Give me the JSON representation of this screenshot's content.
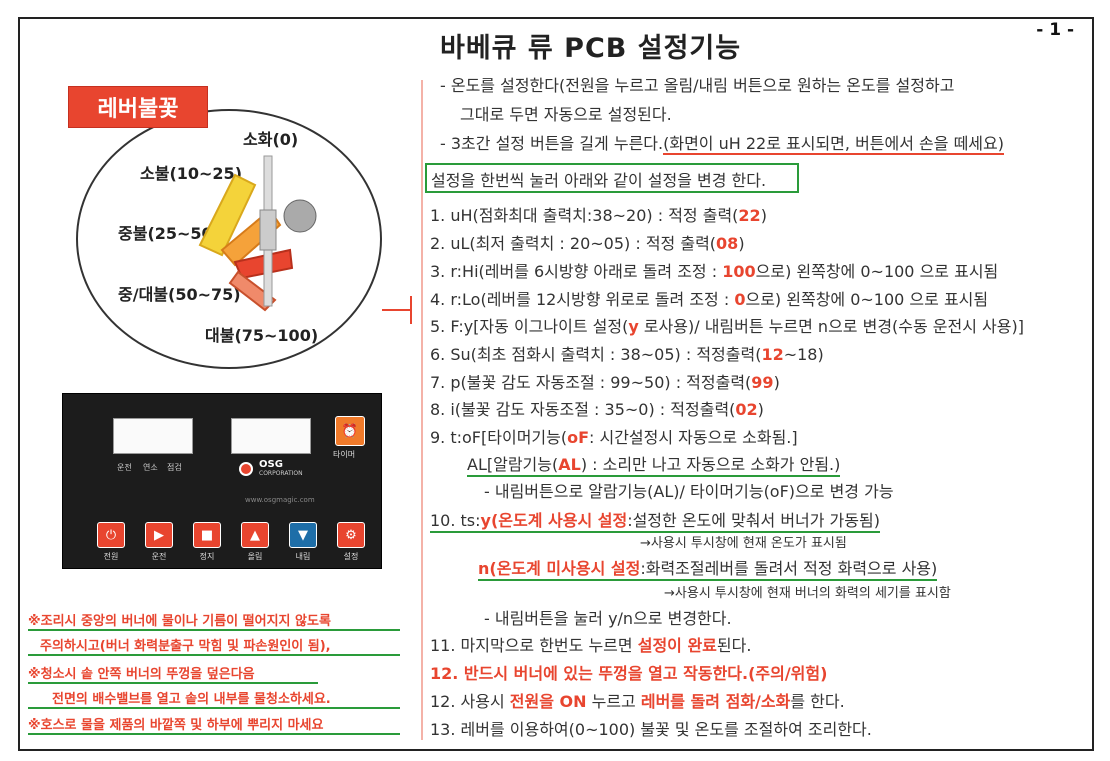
{
  "page_number": "- 1 -",
  "title": "바베큐 류 PCB 설정기능",
  "lever": {
    "title": "레버불꽃",
    "levels": [
      "소화(0)",
      "소불(10~25)",
      "중불(25~50)",
      "중/대불(50~75)",
      "대불(75~100)"
    ]
  },
  "panel": {
    "lcd_labels": [
      "운전",
      "연소",
      "점검"
    ],
    "timer_label": "타이머",
    "brand_name": "OSG",
    "brand_sub": "CORPORATION",
    "website": "www.osgmagic.com",
    "buttons": [
      "전원",
      "운전",
      "정지",
      "올림",
      "내림",
      "설정"
    ]
  },
  "intro": {
    "line1": "- 온도를 설정한다(전원을 누르고 올림/내림 버튼으로 원하는 온도를 설정하고",
    "line2": "그대로 두면 자동으로 설정된다.",
    "line3_a": "- 3초간 설정 버튼을 길게 누른다.",
    "line3_b": "(화면이 uH 22로 표시되면, 버튼에서 손을 떼세요)"
  },
  "box_text": "설정을 한번씩 눌러 아래와 같이 설정을 변경 한다.",
  "items": {
    "i1_a": "1. uH(점화최대 출력치:38~20) : 적정 출력(",
    "i1_v": "22",
    "i1_b": ")",
    "i2_a": "2. uL(최저 출력치 : 20~05) : 적정 출력(",
    "i2_v": "08",
    "i2_b": ")",
    "i3_a": "3. r:Hi(레버를 6시방향 아래로 돌려 조정 : ",
    "i3_v": "100",
    "i3_b": "으로) 왼쪽창에 0~100 으로 표시됨",
    "i4_a": "4. r:Lo(레버를 12시방향 위로로 돌려 조정 : ",
    "i4_v": "0",
    "i4_b": "으로) 왼쪽창에 0~100 으로 표시됨",
    "i5_a": "5. F:y[자동 이그나이트 설정(",
    "i5_v": "y",
    "i5_b": " 로사용)/ 내림버튼 누르면 n으로 변경(수동 운전시 사용)]",
    "i6_a": "6. Su(최초 점화시 출력치 : 38~05) : 적정출력(",
    "i6_v": "12",
    "i6_b": "~18)",
    "i7_a": "7. p(불꽃 감도 자동조절 : 99~50) : 적정출력(",
    "i7_v": "99",
    "i7_b": ")",
    "i8_a": "8. i(불꽃 감도 자동조절 : 35~0) : 적정출력(",
    "i8_v": "02",
    "i8_b": ")",
    "i9_a": "9. t:oF[타이머기능(",
    "i9_v": "oF",
    "i9_b": ": 시간설정시 자동으로 소화됨.]",
    "al_a": "AL[알람기능(",
    "al_v": "AL",
    "al_b": ") : 소리만 나고 자동으로 소화가 안됨.)",
    "al_note": "- 내림버튼으로 알람기능(AL)/ 타이머기능(oF)으로 변경 가능",
    "i10_a": "10. ts:",
    "i10_v": "y(온도계 사용시 설정",
    "i10_b": ":설정한 온도에 맞춰서 버너가 가동됨)",
    "i10_note1": "→사용시 투시창에 현재 온도가 표시됨",
    "i10_n": "n(온도계 미사용시 설정",
    "i10_n_b": ":화력조절레버를 돌려서 적정 화력으로 사용)",
    "i10_note2": "→사용시 투시창에 현재 버너의 화력의 세기를 표시함",
    "i10_note3": "- 내림버튼을 눌러 y/n으로 변경한다.",
    "i11_a": "11. 마지막으로 한번도 누르면 ",
    "i11_v": "설정이 완료",
    "i11_b": "된다.",
    "i12a": "12. 반드시 버너에 있는 뚜껑을 열고 작동한다.(주의/위험)",
    "i12b_a": "12. 사용시 ",
    "i12b_v1": "전원을 ON",
    "i12b_m": " 누르고 ",
    "i12b_v2": "레버를 돌려 점화/소화",
    "i12b_b": "를 한다.",
    "i13": "13. 레버를 이용하여(0~100) 불꽃 및 온도를 조절하여 조리한다."
  },
  "warnings": [
    "※조리시 중앙의 버너에 물이나 기름이 떨어지지 않도록",
    "주의하시고(버너 화력분출구 막힘 및 파손원인이 됨),",
    "※청소시 솥 안쪽 버너의 뚜껑을 덮은다음",
    "전면의 배수밸브를 열고 솥의 내부를 물청소하세요.",
    "※호스로 물을 제품의 바깥쪽 및 하부에 뿌리지 마세요"
  ],
  "colors": {
    "accent_red": "#e8452f",
    "accent_green": "#2a9b3a",
    "panel_bg": "#1c1c1c"
  }
}
